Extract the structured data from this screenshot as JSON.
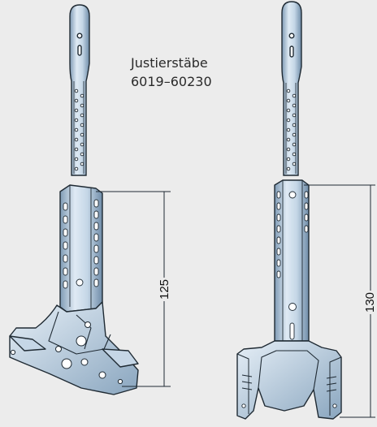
{
  "caption": {
    "line1": "Justierstäbe",
    "line2": "6019–60230"
  },
  "dimensions": {
    "left_height": "125",
    "right_height": "130"
  },
  "colors": {
    "background": "#ececec",
    "metal_light": "#dfeaf4",
    "metal_mid": "#a9c2d8",
    "metal_dark": "#5d7a96",
    "outline": "#1f2a33"
  }
}
